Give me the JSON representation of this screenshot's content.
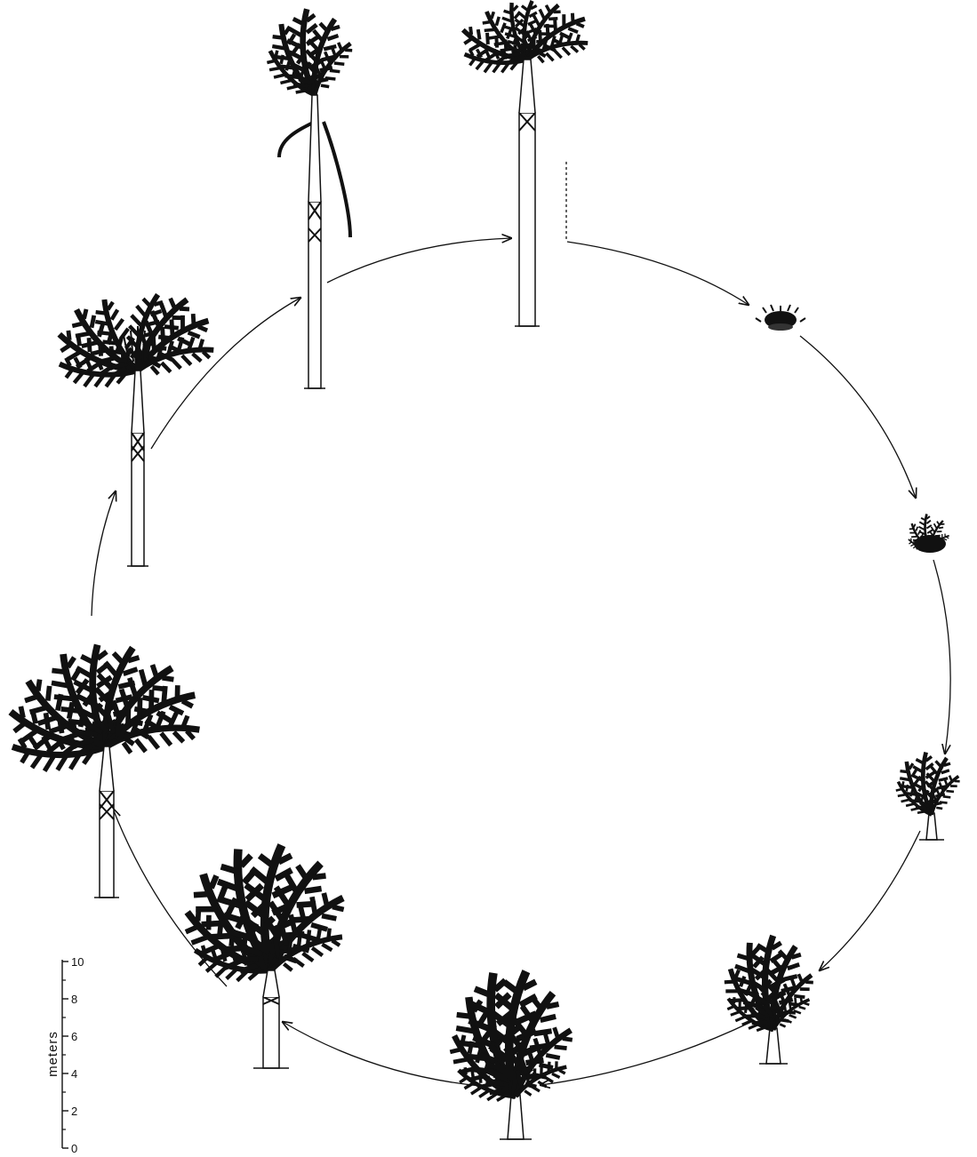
{
  "diagram": {
    "stage_count": 10,
    "stages": [
      {
        "id": "stage-1-seedling",
        "form": "seedling"
      },
      {
        "id": "stage-2-young-rosette",
        "form": "rosette"
      },
      {
        "id": "stage-3-juvenile",
        "form": "juvenile"
      },
      {
        "id": "stage-4-clump",
        "form": "clump"
      },
      {
        "id": "stage-5-clump-large",
        "form": "clump"
      },
      {
        "id": "stage-6-short-trunk",
        "form": "short-trunk"
      },
      {
        "id": "stage-7-mature",
        "form": "tall-trunk"
      },
      {
        "id": "stage-8-fruiting",
        "form": "tall-trunk"
      },
      {
        "id": "stage-9-senescent",
        "form": "tall-trunk"
      },
      {
        "id": "stage-10-dying",
        "form": "tall-trunk"
      }
    ],
    "ink_color": "#111111"
  },
  "scale_bar": {
    "unit_label": "meters",
    "tick_labels": [
      "0",
      "2",
      "4",
      "6",
      "8",
      "10"
    ]
  }
}
